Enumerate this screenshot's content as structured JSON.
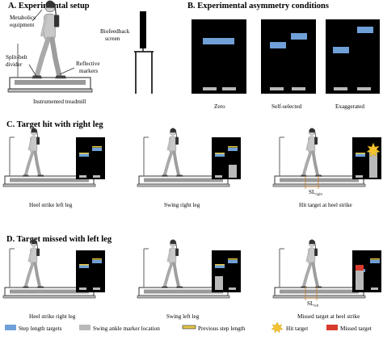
{
  "panel_a": {
    "title": "A. Experimental setup",
    "label_metabolics": [
      "Metabolics",
      "equipment"
    ],
    "label_divider": [
      "Split-belt",
      "divider"
    ],
    "label_markers": [
      "Reflective",
      "markers"
    ],
    "label_biofeedback": [
      "Biofeedback",
      "screen"
    ],
    "caption": "Instrumented treadmill"
  },
  "panel_b": {
    "title": "B. Experimental asymmetry conditions",
    "conditions": [
      "Zero",
      "Self-selected",
      "Exaggerated"
    ]
  },
  "panel_c": {
    "title": "C. Target hit with right leg",
    "captions": [
      "Heel strike left leg",
      "Swing right leg",
      "Hit target at heel strike"
    ],
    "sl_label": "SL",
    "sl_sub": "right"
  },
  "panel_d": {
    "title": "D. Target missed with left leg",
    "captions": [
      "Heel strike right leg",
      "Swing left leg",
      "Missed target at heel strike"
    ],
    "sl_label": "SL",
    "sl_sub": "left"
  },
  "legend": [
    {
      "label": "Step length targets",
      "color": "#6fa0d8",
      "icon": "blue-bar-swatch"
    },
    {
      "label": "Swing ankle marker location",
      "color": "#b9b9b9",
      "icon": "gray-bar-swatch"
    },
    {
      "label": "Previous step length",
      "color": "#e6c84a",
      "icon": "yellow-line-swatch"
    },
    {
      "label": "Hit target",
      "color": "#f2c230",
      "icon": "starburst-icon"
    },
    {
      "label": "Missed target",
      "color": "#d83b2e",
      "icon": "red-bar-swatch"
    }
  ],
  "colors": {
    "screen": "#000000",
    "target": "#6fa0d8",
    "marker": "#b9b9b9",
    "previous": "#e6c84a",
    "hit": "#f2c230",
    "miss": "#d83b2e"
  }
}
